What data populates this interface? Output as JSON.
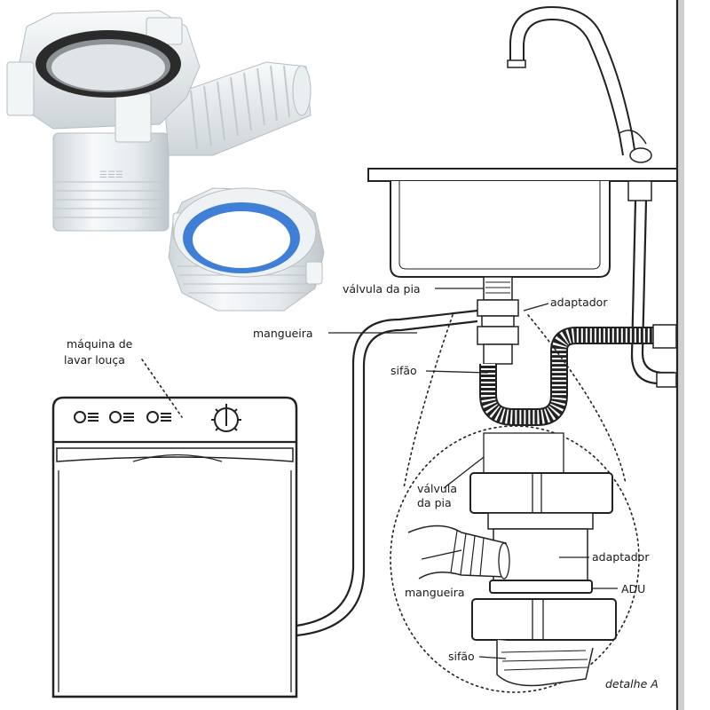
{
  "labels": {
    "dishwasher_line1": "máquina de",
    "dishwasher_line2": "lavar louça",
    "sink_valve": "válvula da pia",
    "adapter": "adaptador",
    "hose": "mangueira",
    "trap": "sifão",
    "detail_valve_line1": "válvula",
    "detail_valve_line2": "da pia",
    "detail_adapter": "adaptador",
    "detail_adu": "ADU",
    "detail_hose": "mangueira",
    "detail_trap": "sifão",
    "detail_caption": "detalhe A"
  },
  "colors": {
    "line": "#222222",
    "plastic": "#eef2f4",
    "gasket_blue": "#3f7fd6",
    "gasket_black": "#2b2b2b",
    "wall_shade": "#cfcfcf"
  }
}
